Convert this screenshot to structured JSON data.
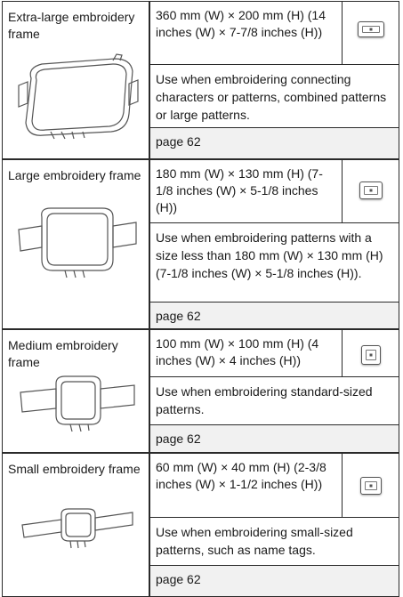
{
  "frames": [
    {
      "name": "Extra-large embroidery frame",
      "size": "360 mm (W) × 200 mm (H) (14 inches (W) × 7-7/8 inches (H))",
      "use": "Use when embroidering connecting characters or patterns, combined patterns or large patterns.",
      "page": "page 62",
      "icon": "extra-large-frame-icon"
    },
    {
      "name": "Large embroidery frame",
      "size": "180 mm (W) × 130 mm (H) (7-1/8 inches (W) × 5-1/8 inches (H))",
      "use": "Use when embroidering patterns with a size less than 180 mm (W) × 130 mm (H) (7-1/8 inches (W) × 5-1/8 inches (H)).",
      "page": "page 62",
      "icon": "large-frame-icon"
    },
    {
      "name": "Medium embroidery frame",
      "size": "100 mm (W) × 100 mm (H) (4 inches (W) × 4 inches (H))",
      "use": "Use when embroidering standard-sized patterns.",
      "page": "page 62",
      "icon": "medium-frame-icon"
    },
    {
      "name": "Small embroidery frame",
      "size": "60 mm (W) × 40 mm (H) (2-3/8 inches (W) × 1-1/2 inches (H))",
      "use": "Use when embroidering small-sized patterns, such as name tags.",
      "page": "page 62",
      "icon": "small-frame-icon"
    }
  ]
}
